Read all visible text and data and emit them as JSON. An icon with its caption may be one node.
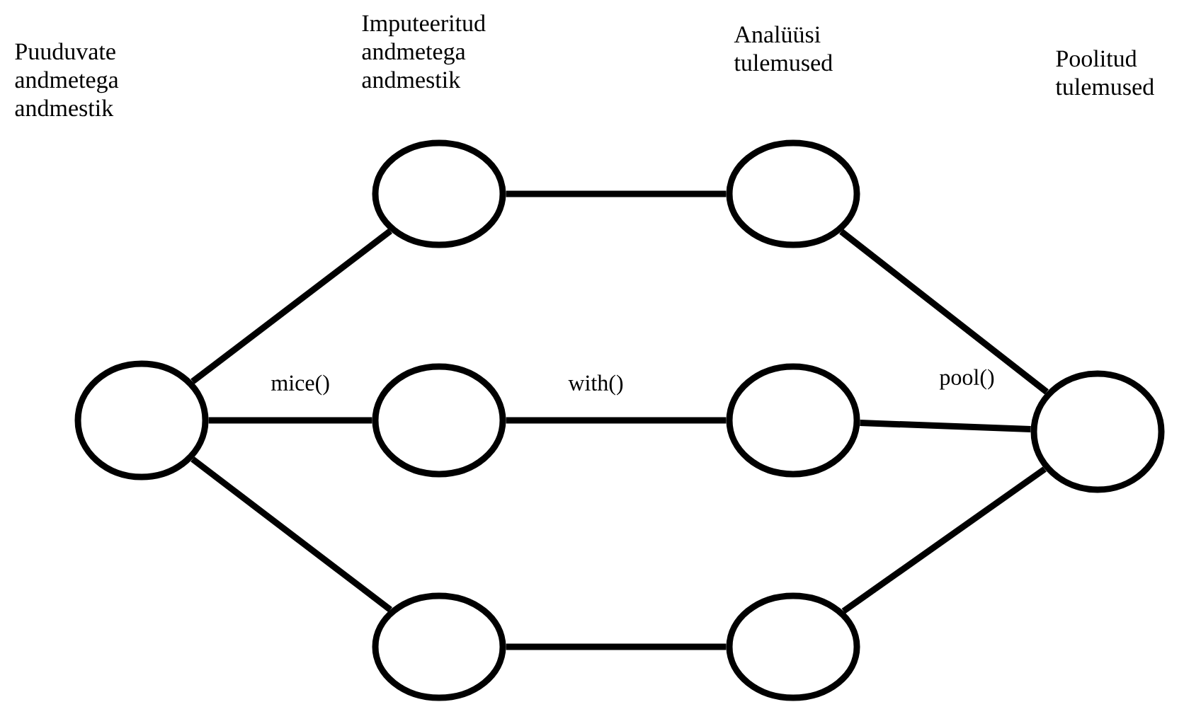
{
  "diagram": {
    "nodes": [
      {
        "text": [],
        "shape": "circle"
      },
      {
        "text": [],
        "shape": "circle"
      },
      {
        "text": [],
        "shape": "circle"
      },
      {
        "text": [],
        "shape": "circle"
      },
      {
        "text": [],
        "shape": "circle"
      },
      {
        "text": [],
        "shape": "circle"
      },
      {
        "text": [],
        "shape": "circle"
      },
      {
        "text": [],
        "shape": "circle"
      }
    ],
    "edges": [
      {
        "from": 0,
        "to": 1,
        "arrow": "none"
      },
      {
        "from": 0,
        "to": 2,
        "arrow": "none",
        "label": "mice()"
      },
      {
        "from": 0,
        "to": 3,
        "arrow": "none"
      },
      {
        "from": 1,
        "to": 4,
        "arrow": "none"
      },
      {
        "from": 2,
        "to": 5,
        "arrow": "none",
        "label": "with()"
      },
      {
        "from": 3,
        "to": 6,
        "arrow": "none"
      },
      {
        "from": 4,
        "to": 7,
        "arrow": "none"
      },
      {
        "from": 5,
        "to": 7,
        "arrow": "none",
        "label": "pool()"
      },
      {
        "from": 6,
        "to": 7,
        "arrow": "none"
      }
    ],
    "labels": [
      "Puuduvate andmetega andmestik",
      "Imputeeritud andmetega andmestik",
      "Analüüsi tulemused",
      "Poolitud tulemused"
    ]
  }
}
